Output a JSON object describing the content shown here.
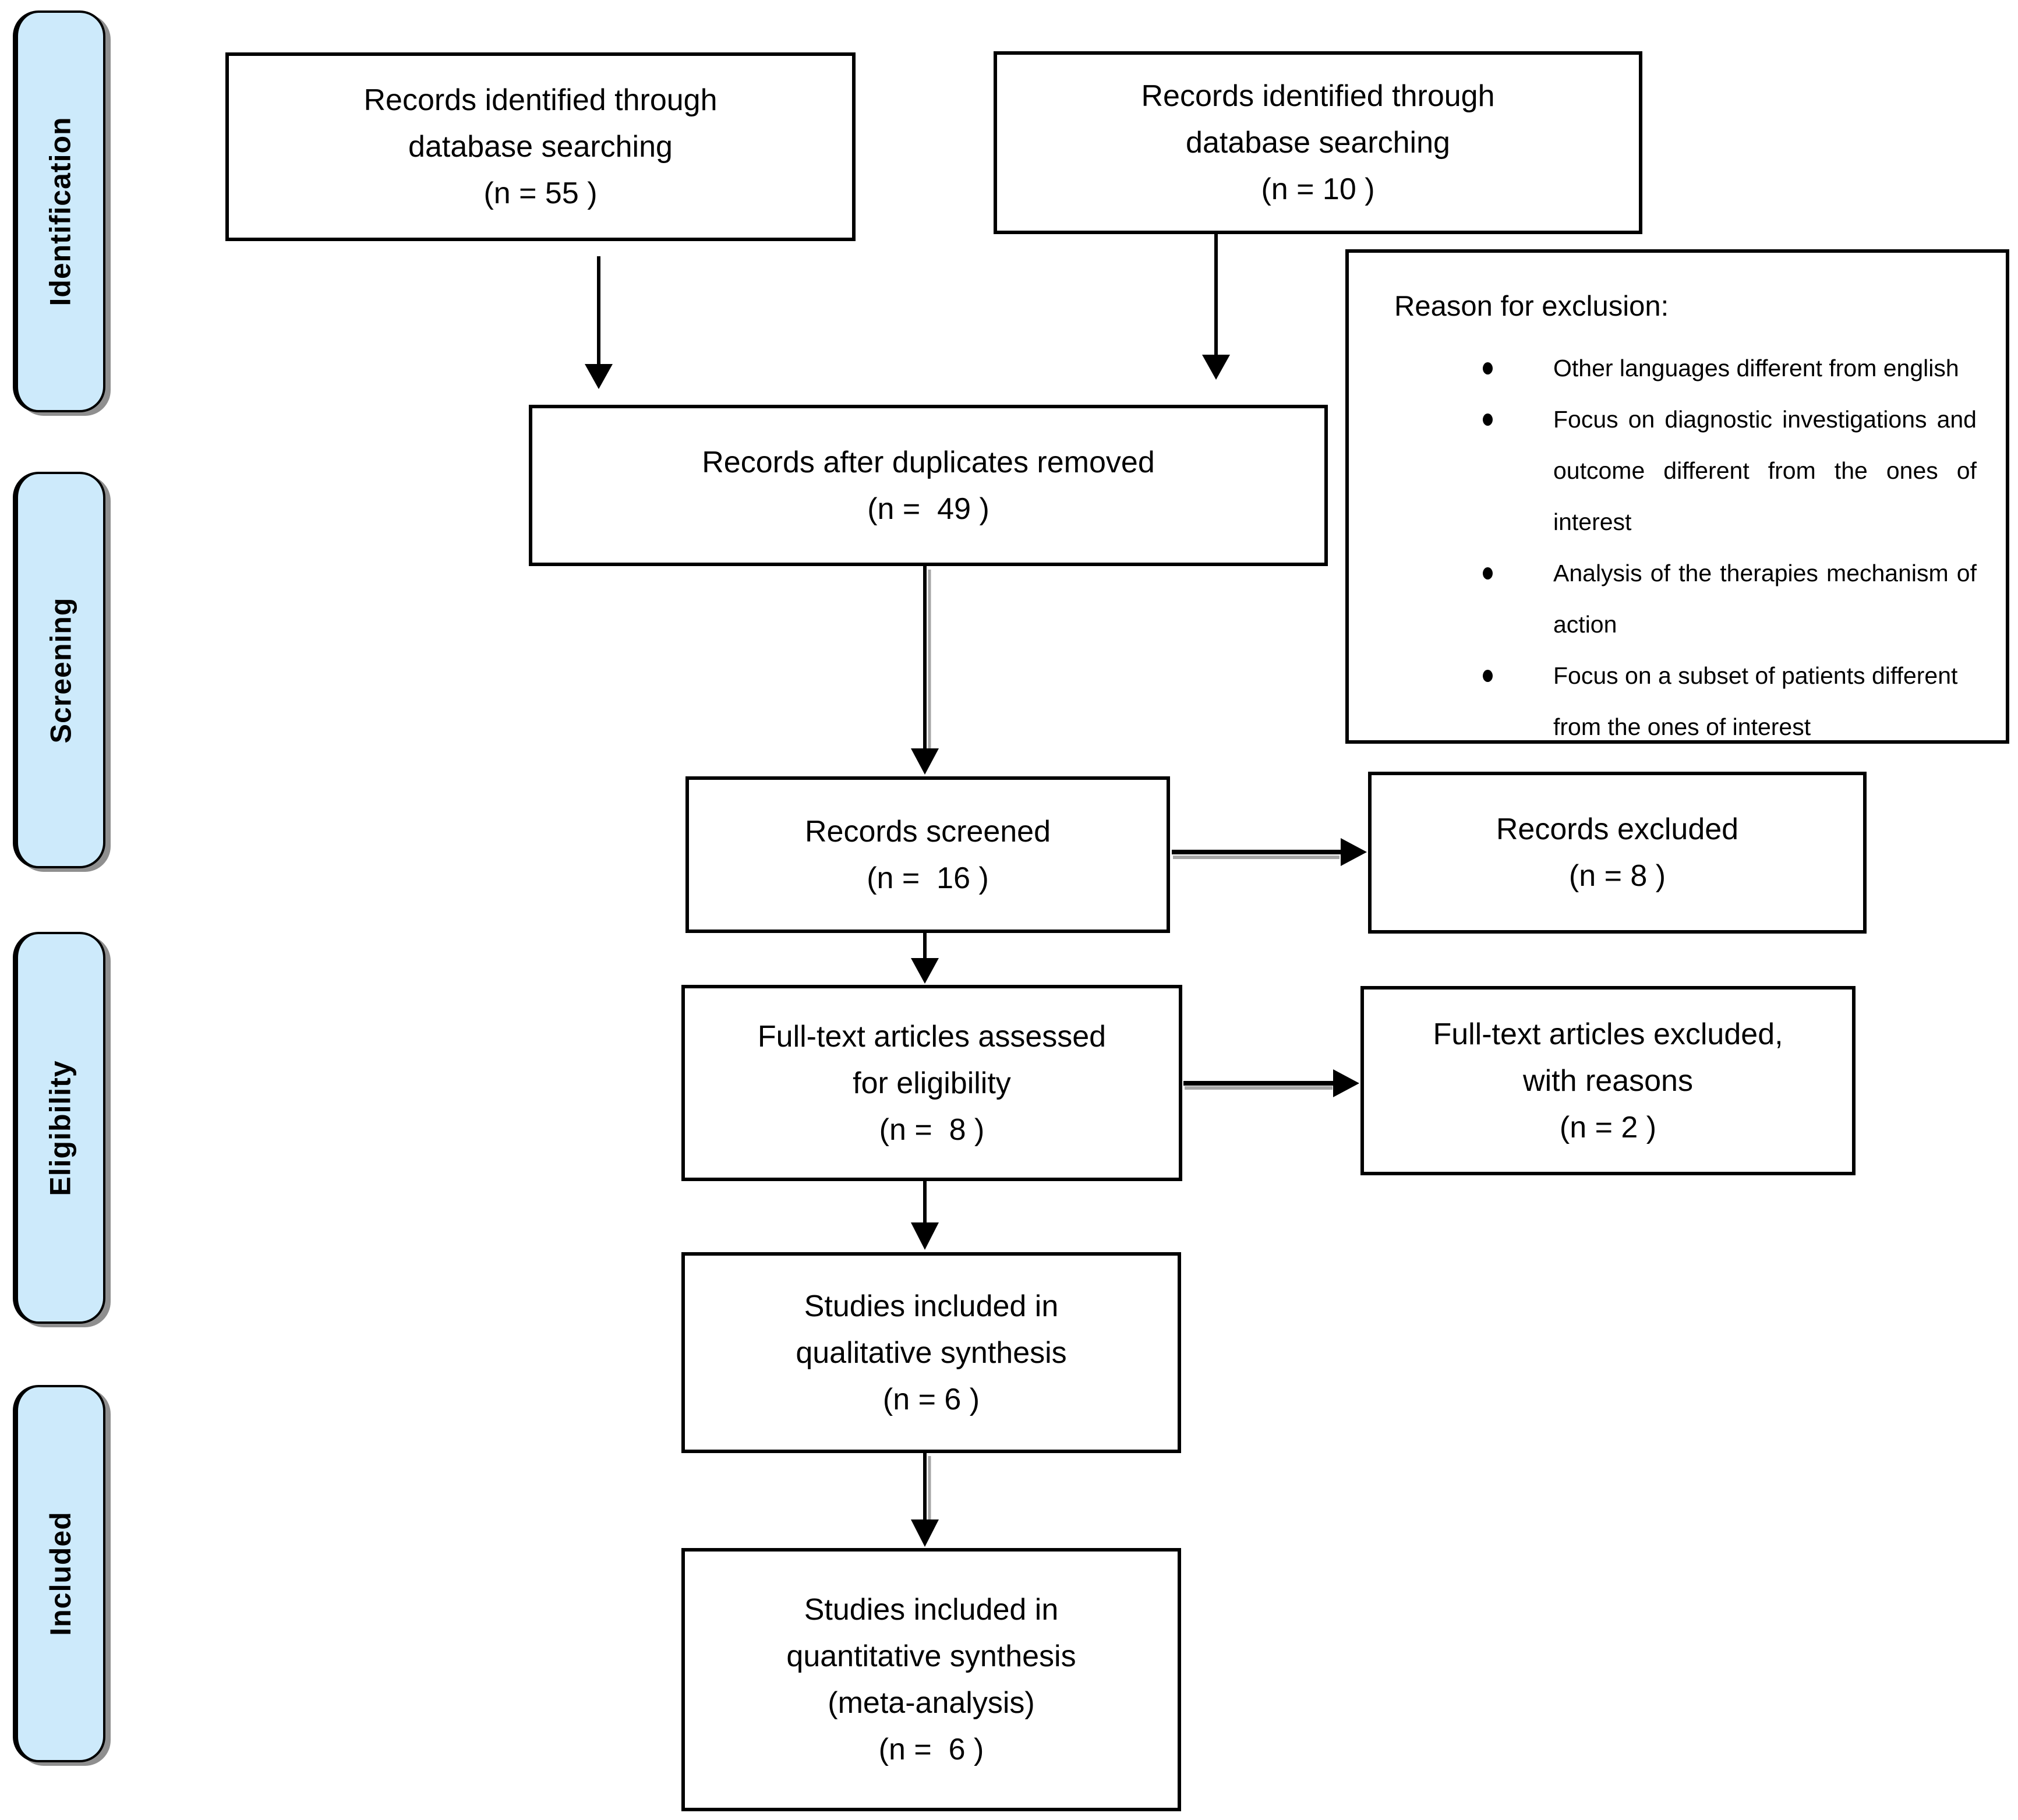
{
  "diagram": {
    "kind": "PRISMA flow diagram"
  },
  "sidebar": {
    "stages": [
      {
        "label": "Identification"
      },
      {
        "label": "Screening"
      },
      {
        "label": "Eligibility"
      },
      {
        "label": "Included"
      }
    ]
  },
  "boxes": {
    "identified_db_1": {
      "lines": "Records identified through\ndatabase searching\n(n = 55 )"
    },
    "identified_db_2": {
      "lines": "Records identified through\ndatabase searching\n(n = 10 )"
    },
    "after_duplicates": {
      "lines": "Records after duplicates removed\n(n =  49 )"
    },
    "screened": {
      "lines": "Records screened\n(n =  16 )"
    },
    "records_excluded": {
      "lines": "Records excluded\n(n = 8 )"
    },
    "fulltext_assessed": {
      "lines": "Full-text articles assessed\nfor eligibility\n(n =  8 )"
    },
    "fulltext_excluded": {
      "lines": "Full-text articles excluded,\nwith reasons\n(n = 2 )"
    },
    "qualitative": {
      "lines": "Studies included in\nqualitative synthesis\n(n = 6 )"
    },
    "quantitative": {
      "lines": "Studies included in\nquantitative synthesis\n(meta-analysis)\n(n =  6 )"
    }
  },
  "exclusion_note": {
    "title": "Reason for exclusion:",
    "bullets": [
      {
        "text": "Other languages different from english"
      },
      {
        "text": "Focus on diagnostic investigations and outcome different from the ones of interest"
      },
      {
        "text": "Analysis of the therapies mechanism of action"
      },
      {
        "text": "Focus on a subset of patients different from the ones of interest"
      }
    ]
  },
  "colors": {
    "stage_fill": "#cdeafb",
    "box_border": "#000000",
    "text": "#000000",
    "shadow_gray": "#8f8f8f"
  }
}
